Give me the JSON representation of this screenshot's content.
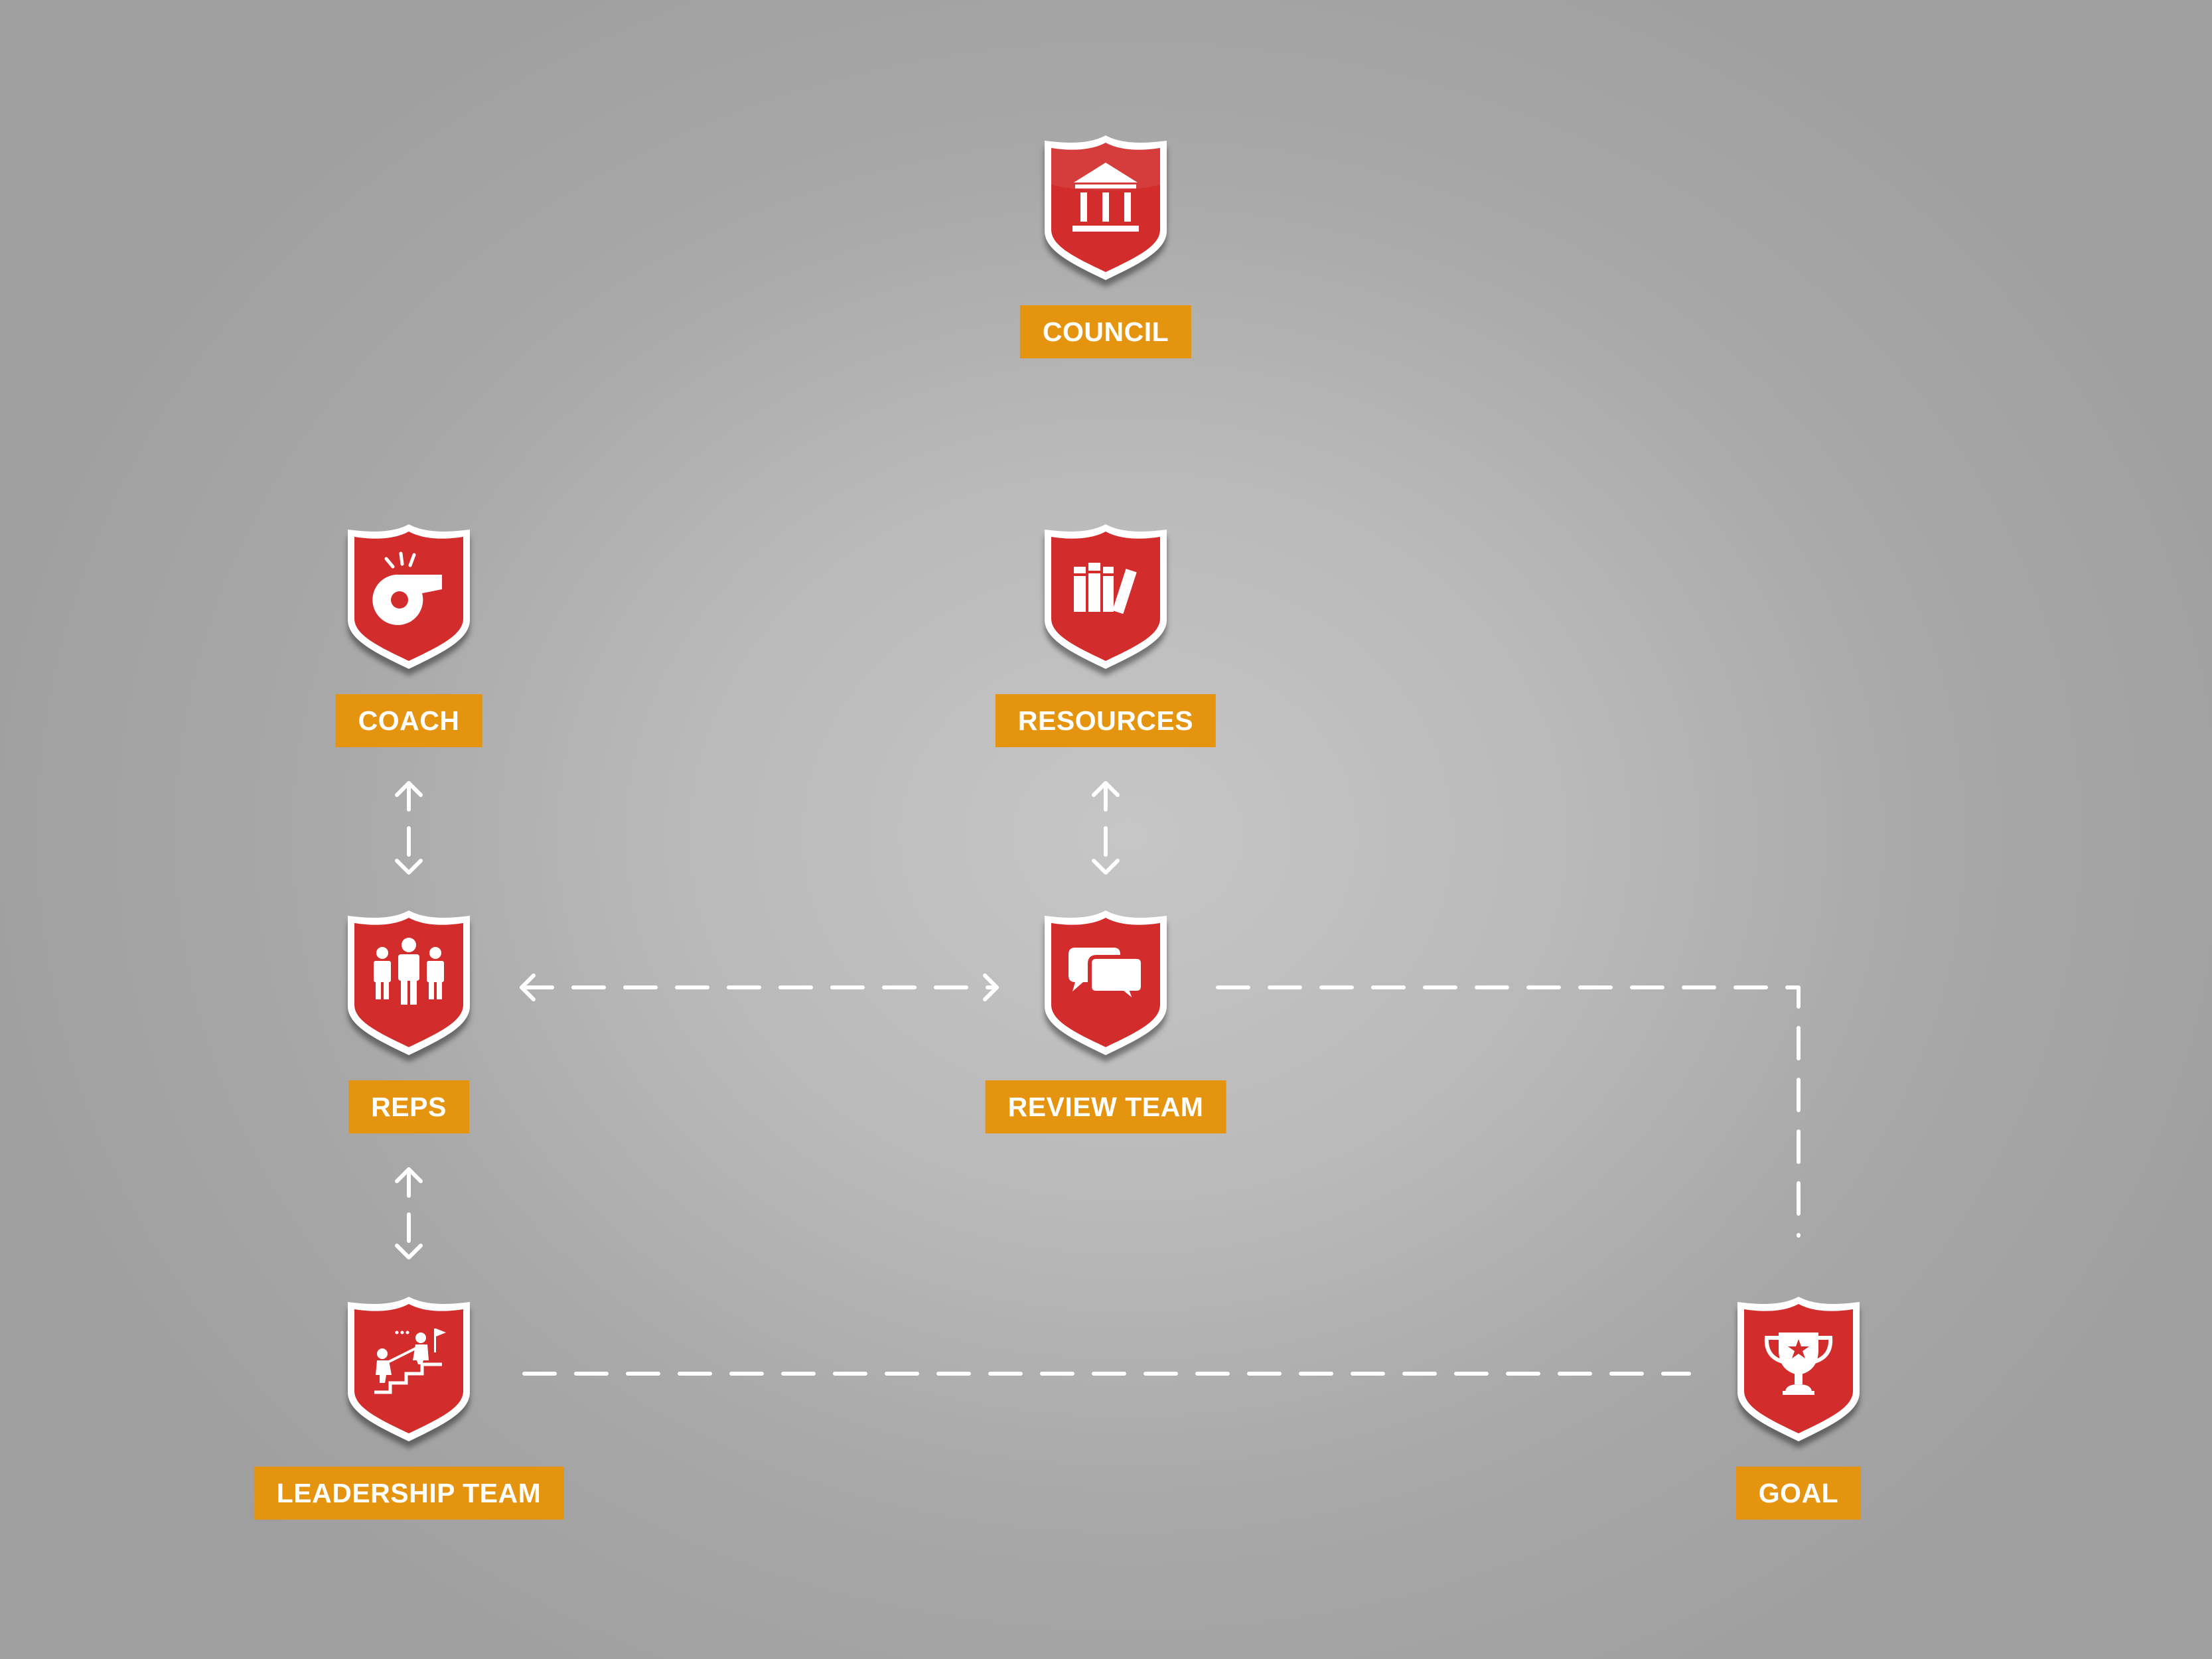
{
  "colors": {
    "background_center": "#c6c6c6",
    "background_edge": "#9f9f9f",
    "shield_red": "#d22d2c",
    "shield_rim": "#ffffff",
    "label_bg": "#e5940f",
    "label_text": "#ffffff",
    "connector": "#ffffff"
  },
  "nodes": {
    "council": {
      "label": "COUNCIL",
      "icon": "government-building-icon"
    },
    "coach": {
      "label": "COACH",
      "icon": "whistle-icon"
    },
    "resources": {
      "label": "RESOURCES",
      "icon": "books-icon"
    },
    "reps": {
      "label": "REPS",
      "icon": "people-group-icon"
    },
    "review_team": {
      "label": "REVIEW TEAM",
      "icon": "speech-bubbles-icon"
    },
    "leadership_team": {
      "label": "LEADERSHIP TEAM",
      "icon": "climbing-stairs-icon"
    },
    "goal": {
      "label": "GOAL",
      "icon": "trophy-icon"
    }
  },
  "connections": [
    {
      "from": "coach",
      "to": "reps",
      "style": "dashed",
      "arrows": "both"
    },
    {
      "from": "resources",
      "to": "review_team",
      "style": "dashed",
      "arrows": "both"
    },
    {
      "from": "reps",
      "to": "review_team",
      "style": "dashed",
      "arrows": "both"
    },
    {
      "from": "reps",
      "to": "leadership_team",
      "style": "dashed",
      "arrows": "both"
    },
    {
      "from": "leadership_team",
      "to": "goal",
      "style": "dashed",
      "arrows": "none"
    },
    {
      "from": "review_team",
      "to": "goal",
      "style": "dashed",
      "arrows": "none"
    }
  ]
}
